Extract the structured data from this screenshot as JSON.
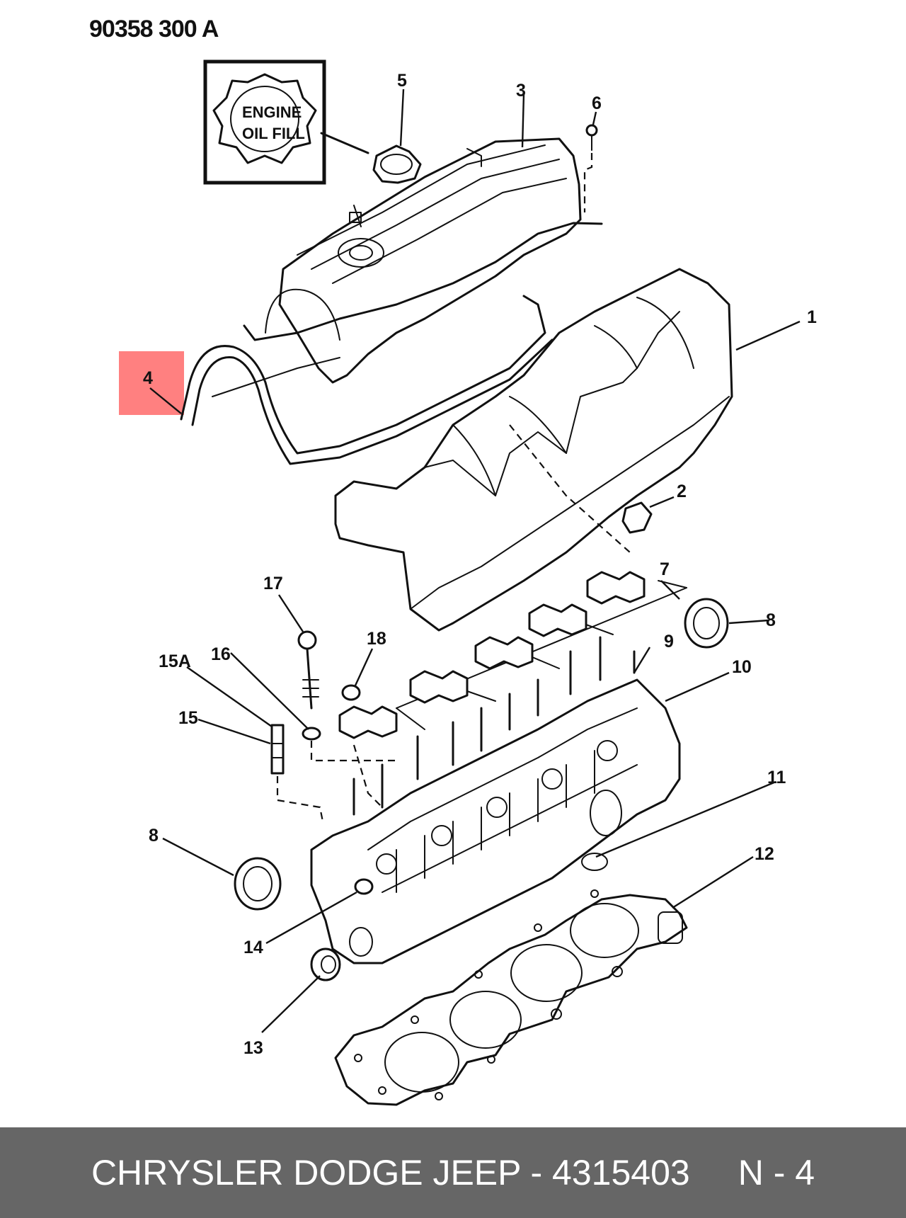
{
  "drawing": {
    "number": "90358 300 A",
    "oil_cap_label": [
      "ENGINE",
      "OIL FILL"
    ],
    "callouts": [
      "1",
      "2",
      "3",
      "4",
      "5",
      "6",
      "7",
      "8",
      "8",
      "9",
      "10",
      "11",
      "12",
      "13",
      "14",
      "15",
      "15A",
      "16",
      "17",
      "18"
    ],
    "highlighted_callout": "4",
    "highlight_color": "#ff8080"
  },
  "footer": {
    "part_text": "CHRYSLER DODGE JEEP - 4315403",
    "ref_text": "N - 4",
    "background_color": "#666666"
  }
}
